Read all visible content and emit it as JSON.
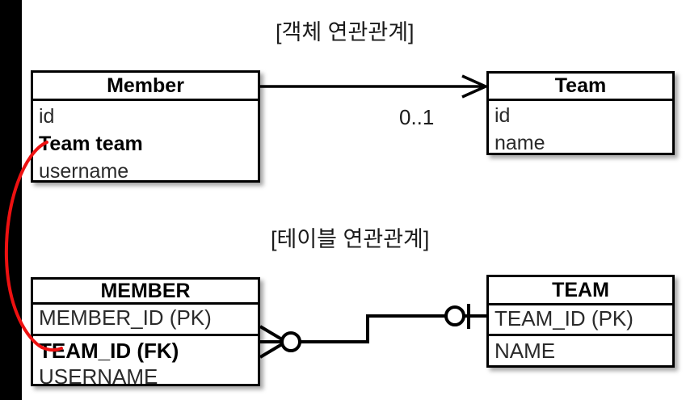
{
  "diagram": {
    "background_color": "#ffffff",
    "line_color": "#000000",
    "highlight_color": "#ee1111",
    "gutter_color": "#000000"
  },
  "object_section": {
    "caption": "[객체 연관관계]",
    "member_class": {
      "title": "Member",
      "attributes": [
        {
          "text": "id",
          "emphasis": false
        },
        {
          "text": "Team team",
          "emphasis": true
        },
        {
          "text": "username",
          "emphasis": false
        }
      ]
    },
    "team_class": {
      "title": "Team",
      "attributes": [
        {
          "text": "id",
          "emphasis": false
        },
        {
          "text": "name",
          "emphasis": false
        }
      ]
    },
    "association": {
      "multiplicity": "0..1",
      "arrow_style": "open-arrow",
      "direction": "member-to-team"
    }
  },
  "table_section": {
    "caption": "[테이블 연관관계]",
    "member_table": {
      "title": "MEMBER",
      "primary_group": [
        {
          "text": "MEMBER_ID (PK)",
          "emphasis": false
        }
      ],
      "secondary_group": [
        {
          "text": "TEAM_ID (FK)",
          "emphasis": true
        },
        {
          "text": "USERNAME",
          "emphasis": false
        }
      ]
    },
    "team_table": {
      "title": "TEAM",
      "primary_group": [
        {
          "text": "TEAM_ID (PK)",
          "emphasis": false
        }
      ],
      "secondary_group": [
        {
          "text": "NAME",
          "emphasis": false
        }
      ]
    },
    "relationship": {
      "left_cardinality": "zero-or-many",
      "right_cardinality": "zero-or-one",
      "notation": "crows-foot"
    }
  },
  "annotation": {
    "link_label": "",
    "from": "Team team",
    "to": "TEAM_ID (FK)",
    "color": "#ee1111"
  }
}
